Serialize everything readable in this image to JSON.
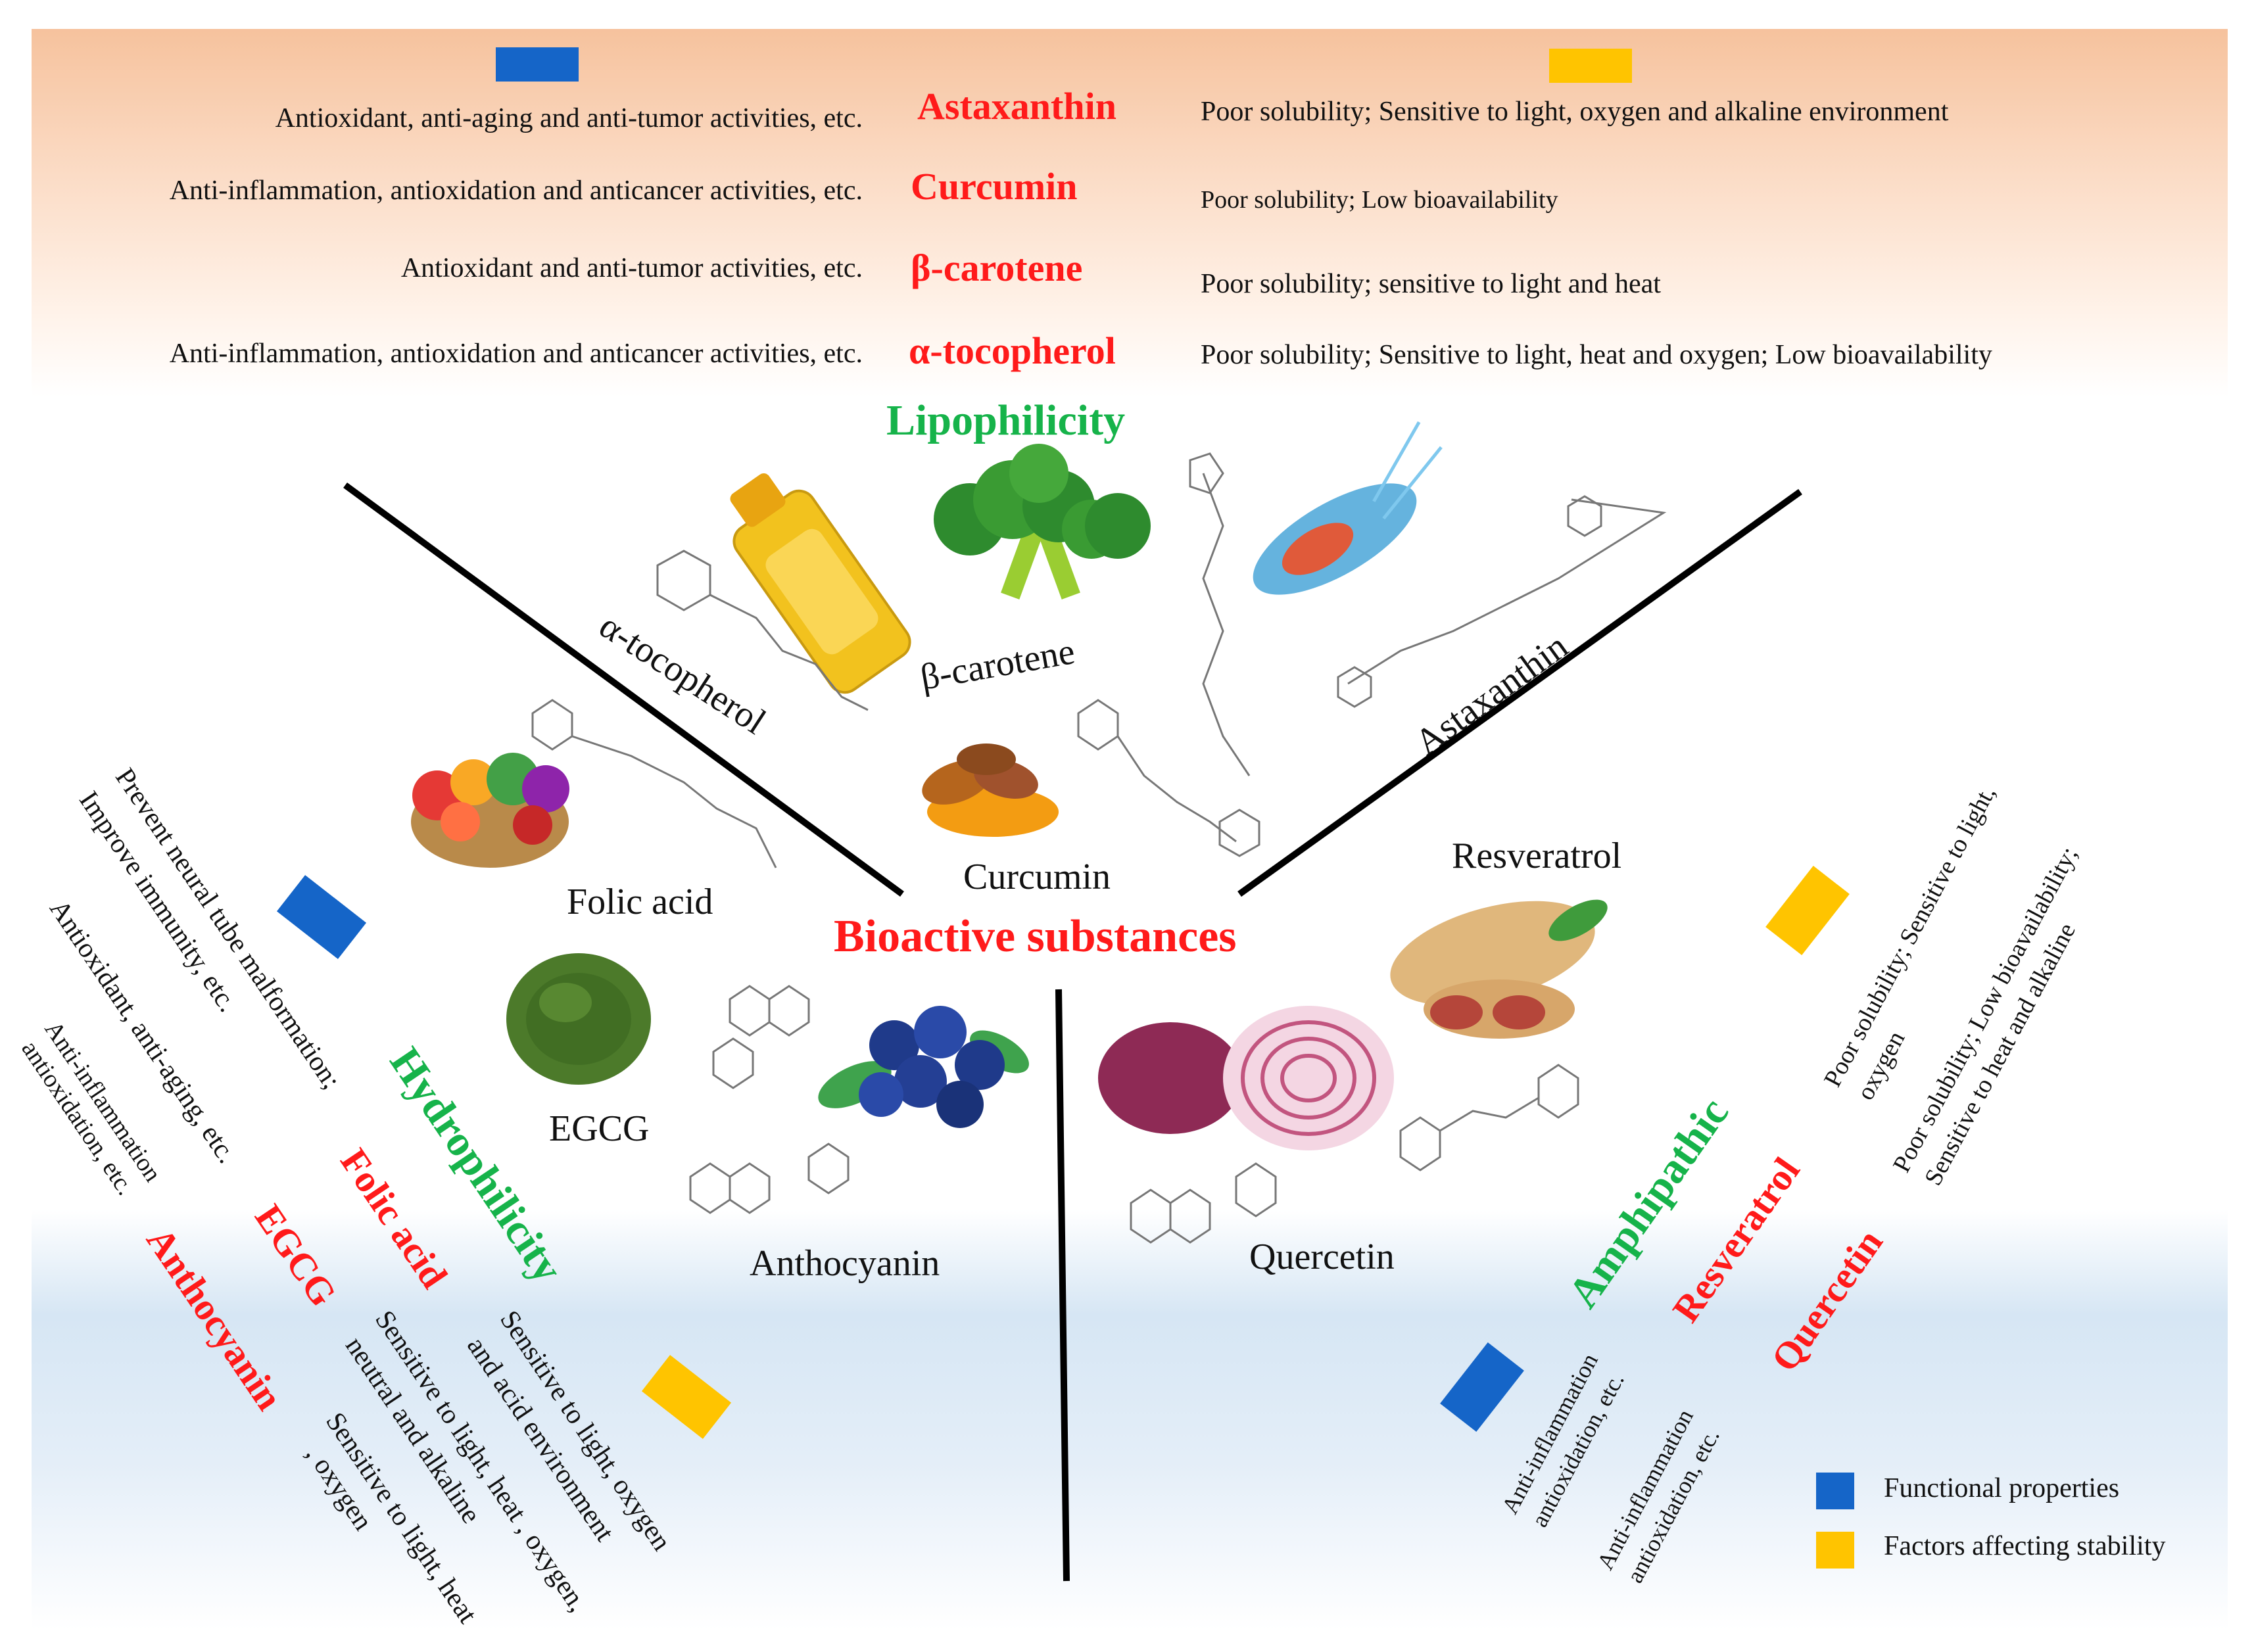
{
  "title": "Bioactive  substances",
  "groups": {
    "lipophilicity": "Lipophilicity",
    "hydrophilicity": "Hydrophilicity",
    "amphipathic": "Amphipathic"
  },
  "top_table": [
    {
      "function": "Antioxidant, anti-aging and anti-tumor activities, etc.",
      "name": "Astaxanthin",
      "stability": "Poor solubility; Sensitive to light, oxygen and alkaline environment"
    },
    {
      "function": "Anti-inflammation, antioxidation and anticancer activities, etc.",
      "name": "Curcumin",
      "stability": "Poor solubility; Low bioavailability"
    },
    {
      "function": "Antioxidant and anti-tumor  activities, etc.",
      "name": "β-carotene",
      "stability": "Poor solubility; sensitive to light and heat"
    },
    {
      "function": "Anti-inflammation, antioxidation and anticancer activities, etc.",
      "name": "α-tocopherol",
      "stability": "Poor solubility; Sensitive to light, heat and oxygen; Low bioavailability"
    }
  ],
  "center_labels": {
    "tocopherol": "α-tocopherol",
    "carotene": "β-carotene",
    "astaxanthin": "Astaxanthin",
    "folic": "Folic acid",
    "curcumin": "Curcumin",
    "resveratrol": "Resveratrol",
    "egcg": "EGCG",
    "anthocyanin": "Anthocyanin",
    "quercetin": "Quercetin"
  },
  "hydro": {
    "func1": "Prevent neural tube malformation;",
    "func2": "Improve immunity, etc.",
    "func3": "Antioxidant, anti-aging,  etc.",
    "func4": "Anti-inflammation",
    "func5": "antioxidation, etc.",
    "name_folic": "Folic acid",
    "name_egcg": "EGCG",
    "name_antho": "Anthocyanin",
    "stab1a": "Sensitive to light, oxygen",
    "stab1b": "and acid environment",
    "stab2a": "Sensitive to light, heat , oxygen,",
    "stab2b": "neutral and alkaline",
    "stab3a": "Sensitive to light, heat",
    "stab3b": ", oxygen"
  },
  "amph": {
    "name_res": "Resveratrol",
    "name_quer": "Quercetin",
    "stab1a": "Poor solubility; Sensitive to light,",
    "stab1b": "oxygen",
    "stab2a": "Poor solubility; Low bioavailability;",
    "stab2b": "Sensitive to heat and alkaline",
    "func1a": "Anti-inflammation",
    "func1b": "antioxidation, etc.",
    "func2a": "Anti-inflammation",
    "func2b": "antioxidation, etc."
  },
  "legend": {
    "functional": "Functional properties",
    "stability": "Factors affecting stability"
  },
  "colors": {
    "functional": "#1565c8",
    "stability": "#ffc400",
    "name_red": "#ff1a1a",
    "group_green": "#16b34a"
  }
}
